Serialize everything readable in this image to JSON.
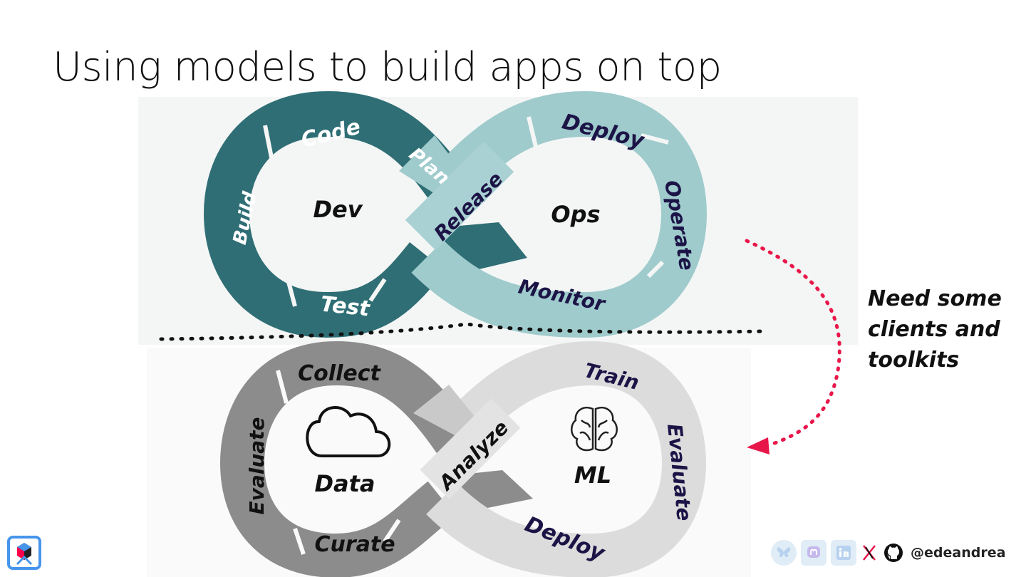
{
  "slide": {
    "title": "Using models to build apps on top",
    "note_lines": [
      "Need some",
      "clients and",
      "toolkits"
    ],
    "handle": "@edeandrea"
  },
  "devops_loop": {
    "left_label": "Dev",
    "right_label": "Ops",
    "stages": [
      "Code",
      "Plan",
      "Build",
      "Test",
      "Release",
      "Deploy",
      "Operate",
      "Monitor"
    ]
  },
  "mlops_loop": {
    "left_label": "Data",
    "right_label": "ML",
    "stages": [
      "Collect",
      "Evaluate",
      "Curate",
      "Analyze",
      "Train",
      "Evaluate",
      "Deploy"
    ]
  },
  "icons": {
    "data": "cloud-icon",
    "ml": "brain-icon",
    "footer": [
      "bluesky-icon",
      "mastodon-icon",
      "linkedin-icon",
      "x-icon",
      "github-icon"
    ]
  },
  "colors": {
    "dev_teal": "#2f6e75",
    "ops_light_teal": "#9fcbcd",
    "data_gray": "#8a8a8a",
    "ml_light_gray": "#d9d9d9",
    "accent_red": "#e8174a",
    "navy_text": "#1c1446"
  }
}
